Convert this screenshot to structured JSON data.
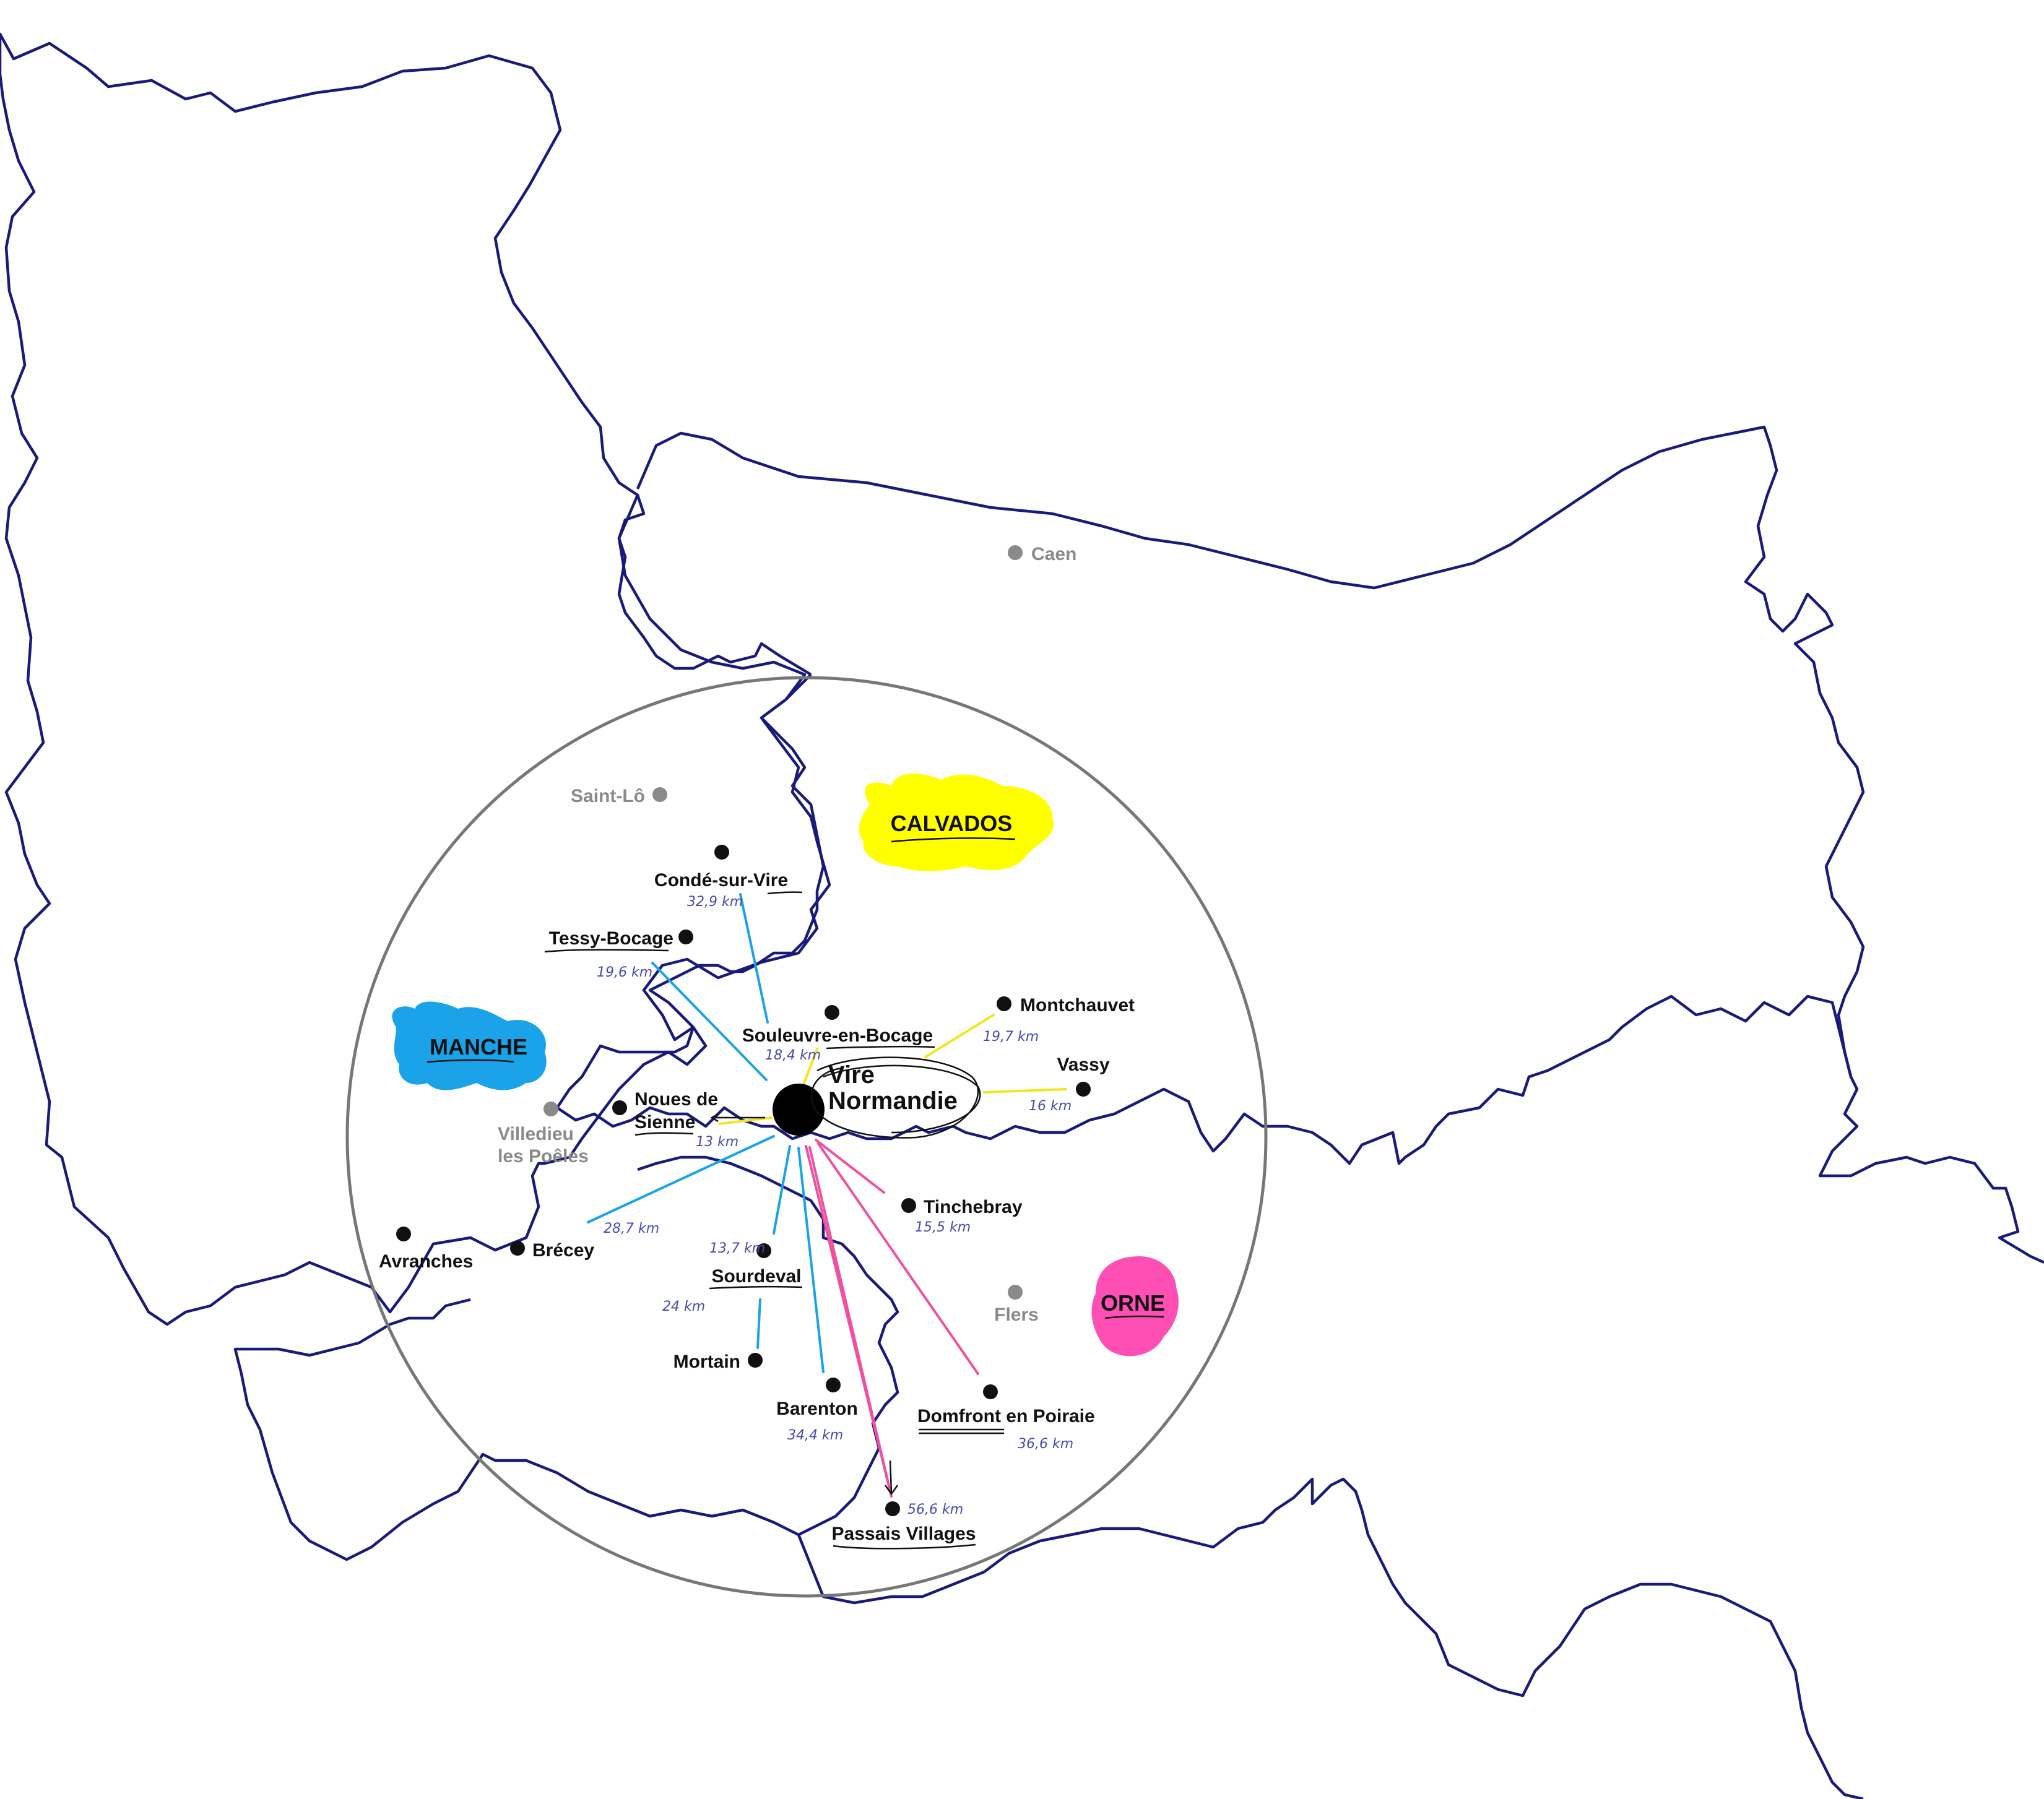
{
  "hub": {
    "line1": "Vire",
    "line2": "Normandie"
  },
  "departments": [
    {
      "name": "CALVADOS",
      "color": "#ffff00"
    },
    {
      "name": "MANCHE",
      "color": "#1aa3e8"
    },
    {
      "name": "ORNE",
      "color": "#ff4fb5"
    }
  ],
  "reference_cities": {
    "caen": "Caen",
    "saint_lo": "Saint-Lô",
    "villedieu_line1": "Villedieu",
    "villedieu_line2": "les Poêles",
    "flers": "Flers",
    "avranches": "Avranches"
  },
  "towns": {
    "conde": {
      "name": "Condé-sur-Vire",
      "distance": "32,9 km"
    },
    "tessy": {
      "name": "Tessy-Bocage",
      "distance": "19,6 km"
    },
    "souleuvre": {
      "name": "Souleuvre-en-Bocage",
      "distance": "18,4 km"
    },
    "montchauvet": {
      "name": "Montchauvet",
      "distance": "19,7 km"
    },
    "vassy": {
      "name": "Vassy",
      "distance": "16 km"
    },
    "noues": {
      "line1": "Noues de",
      "line2": "Sienne",
      "distance": "13 km"
    },
    "brecey": {
      "name": "Brécey",
      "distance": "28,7 km"
    },
    "tinchebray": {
      "name": "Tinchebray",
      "distance": "15,5 km"
    },
    "sourdeval": {
      "name": "Sourdeval",
      "distance": "13,7 km"
    },
    "mortain": {
      "name": "Mortain",
      "distance": "24 km"
    },
    "barenton": {
      "name": "Barenton",
      "distance": "34,4 km"
    },
    "domfront": {
      "name": "Domfront en Poiraie",
      "distance": "36,6 km"
    },
    "passais": {
      "name": "Passais Villages",
      "distance": "56,6 km"
    }
  },
  "colors": {
    "border": "#1a1a7a",
    "link_calvados": "#f5e520",
    "link_manche": "#1aa3e8",
    "link_orne": "#f0509f",
    "reference_dot": "#8a8a8a"
  }
}
